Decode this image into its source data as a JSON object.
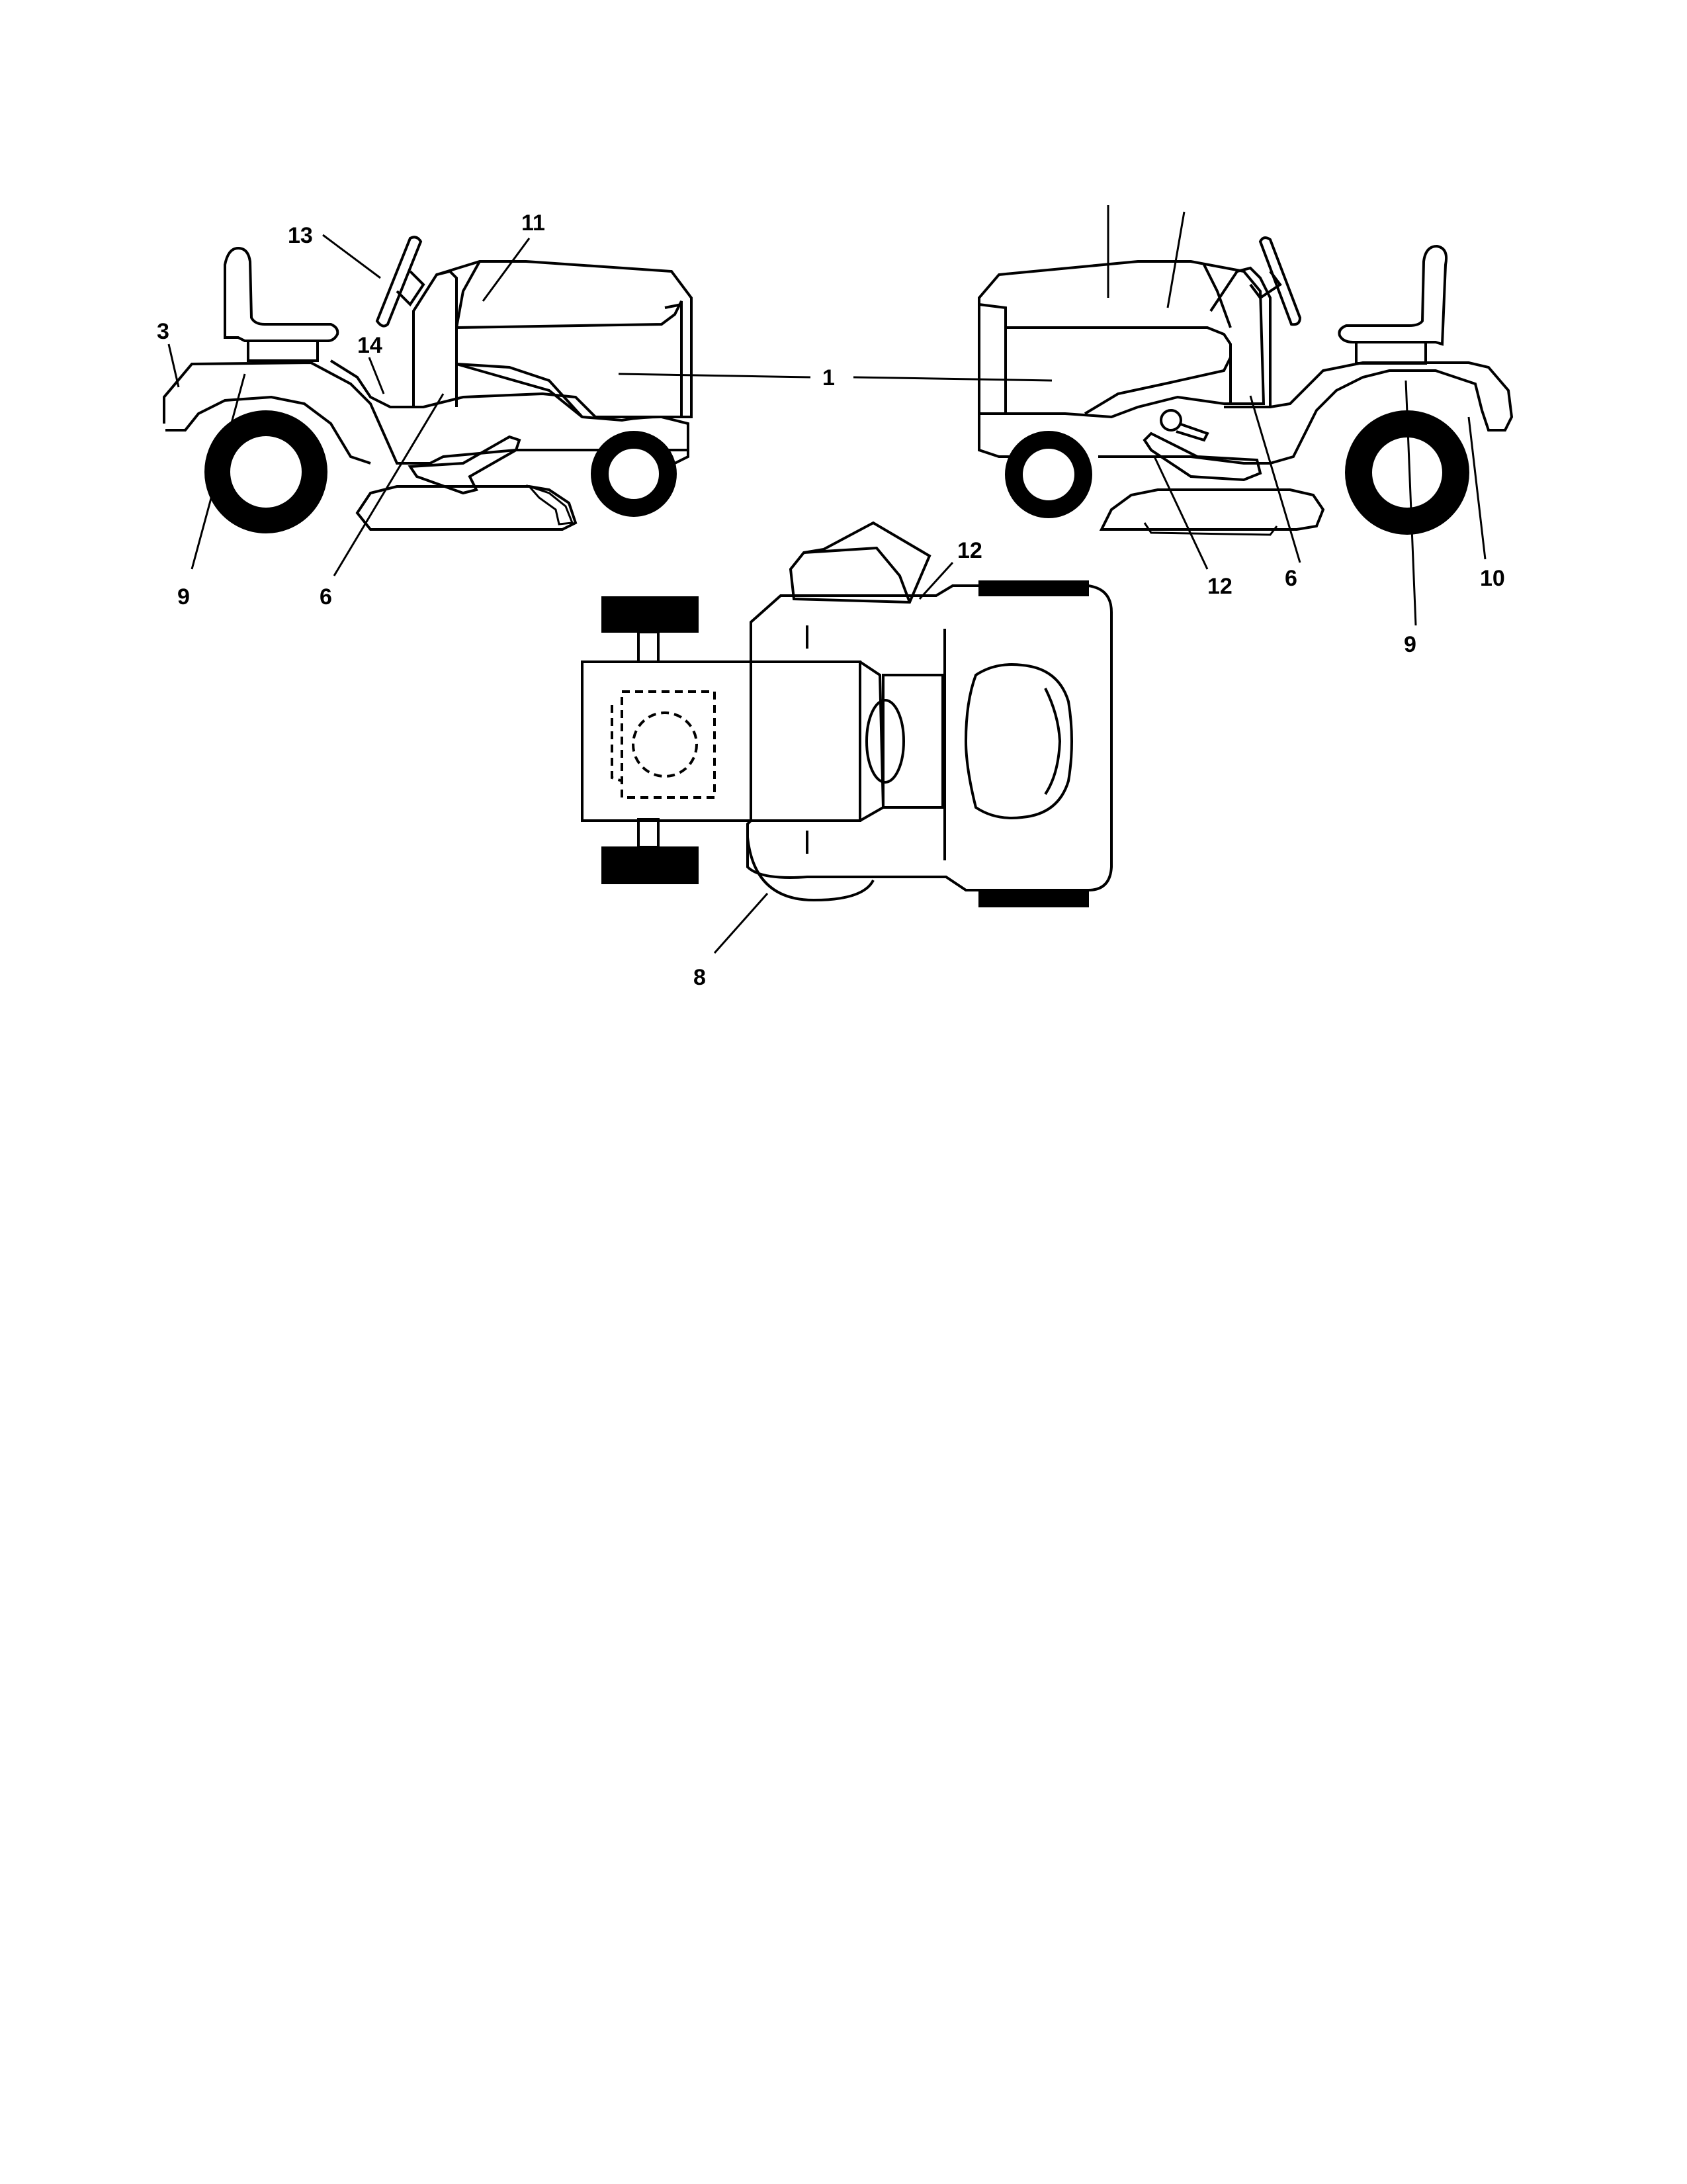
{
  "callouts": {
    "left_13": "13",
    "left_11": "11",
    "left_3": "3",
    "left_14": "14",
    "left_1": "1",
    "left_9": "9",
    "left_6": "6",
    "right_12_low": "12",
    "right_6": "6",
    "right_9": "9",
    "right_10": "10",
    "top_12": "12",
    "top_8": "8"
  }
}
